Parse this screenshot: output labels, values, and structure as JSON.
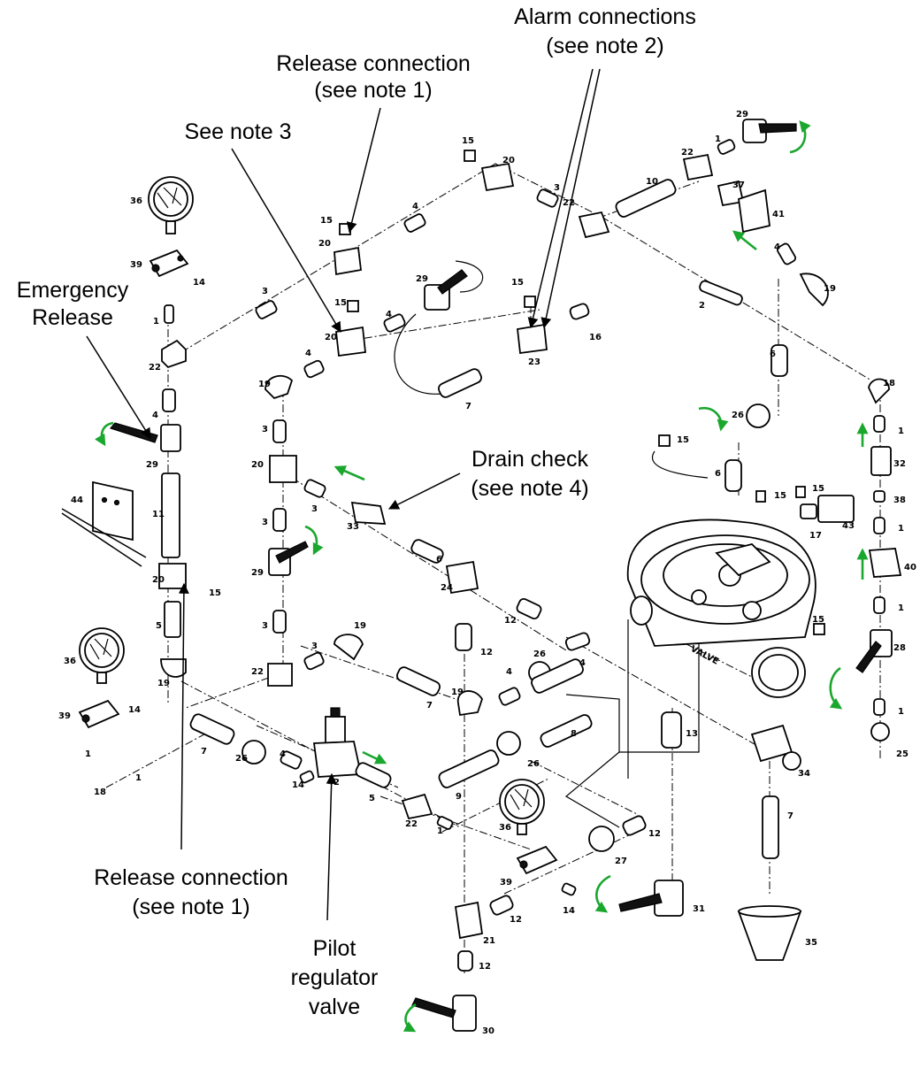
{
  "callouts": {
    "release_top": [
      "Release connection",
      "(see note 1)"
    ],
    "alarm": [
      "Alarm connections",
      "(see note 2)"
    ],
    "note3": [
      "See note 3"
    ],
    "emergency": [
      "Emergency",
      "Release"
    ],
    "drain": [
      "Drain check",
      "(see note 4)"
    ],
    "release_bottom": [
      "Release connection",
      "(see note 1)"
    ],
    "pilot": [
      "Pilot",
      "regulator",
      "valve"
    ]
  },
  "part_numbers": [
    "1",
    "2",
    "3",
    "4",
    "5",
    "6",
    "7",
    "8",
    "9",
    "10",
    "11",
    "12",
    "13",
    "14",
    "15",
    "16",
    "17",
    "18",
    "19",
    "20",
    "21",
    "22",
    "23",
    "24",
    "25",
    "26",
    "27",
    "28",
    "29",
    "30",
    "31",
    "32",
    "33",
    "34",
    "35",
    "36",
    "37",
    "38",
    "39",
    "40",
    "41",
    "42",
    "43",
    "44"
  ],
  "valve_body_text": "VALVE",
  "colors": {
    "line": "#000000",
    "flow_arrow": "#1aa72e",
    "background": "#ffffff"
  }
}
